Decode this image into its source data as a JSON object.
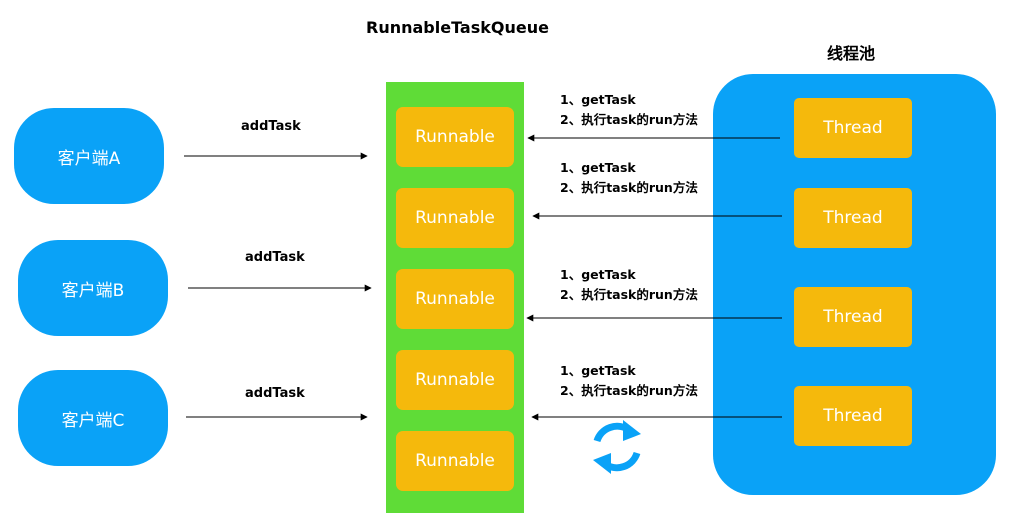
{
  "queue_title": "RunnableTaskQueue",
  "pool_title": "线程池",
  "clients": [
    {
      "label": "客户端A",
      "action": "addTask"
    },
    {
      "label": "客户端B",
      "action": "addTask"
    },
    {
      "label": "客户端C",
      "action": "addTask"
    }
  ],
  "runnables": [
    "Runnable",
    "Runnable",
    "Runnable",
    "Runnable",
    "Runnable"
  ],
  "threads": [
    "Thread",
    "Thread",
    "Thread",
    "Thread"
  ],
  "steps": [
    {
      "line1": "1、getTask",
      "line2": "2、执行task的run方法"
    },
    {
      "line1": "1、getTask",
      "line2": "2、执行task的run方法"
    },
    {
      "line1": "1、getTask",
      "line2": "2、执行task的run方法"
    },
    {
      "line1": "1、getTask",
      "line2": "2、执行task的run方法"
    }
  ],
  "icons": {
    "cycle": "refresh-cycle-icon"
  },
  "colors": {
    "client_blue": "#0aa2f7",
    "queue_green": "#5fdc37",
    "task_orange": "#f5b90c"
  }
}
